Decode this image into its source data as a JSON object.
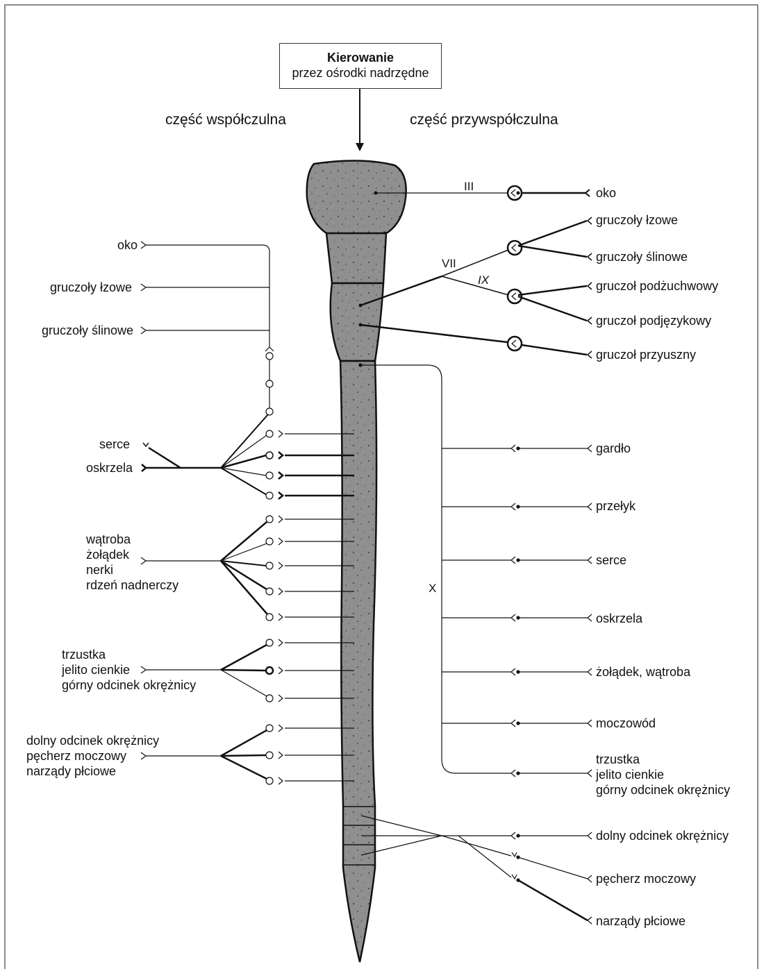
{
  "header": {
    "title": "Kierowanie",
    "subtitle": "przez ośrodki nadrzędne"
  },
  "sections": {
    "left": "część współczulna",
    "right": "część przywspółczulna"
  },
  "nerves": {
    "III": "III",
    "VII": "VII",
    "IX": "IX",
    "X": "X"
  },
  "left_targets": {
    "oko": "oko",
    "lzowe": "gruczoły łzowe",
    "slinowe": "gruczoły ślinowe",
    "serce": "serce",
    "oskrzela": "oskrzela",
    "group_liver": "wątroba\nżołądek\nnerki\nrdzeń nadnerczy",
    "group_pancreas": "trzustka\njelito cienkie\ngórny odcinek okrężnicy",
    "group_pelvic": "dolny odcinek okrężnicy\npęcherz moczowy\nnarządy płciowe"
  },
  "right_targets": {
    "oko": "oko",
    "lzowe": "gruczoły łzowe",
    "slinowe": "gruczoły ślinowe",
    "podzuchwowy": "gruczoł podżuchwowy",
    "podjezykowy": "gruczoł podjęzykowy",
    "przyuszny": "gruczoł przyuszny",
    "gardlo": "gardło",
    "przelyk": "przełyk",
    "serce": "serce",
    "oskrzela": "oskrzela",
    "zoladek": "żołądek, wątroba",
    "moczowod": "moczowód",
    "trzustka": "trzustka\njelito cienkie\ngórny odcinek okrężnicy",
    "dolny": "dolny odcinek okrężnicy",
    "pecherz": "pęcherz moczowy",
    "narzady": "narządy płciowe"
  },
  "colors": {
    "cns_fill": "#8f8f8f",
    "frame": "#8a8a8a",
    "line": "#111111"
  }
}
